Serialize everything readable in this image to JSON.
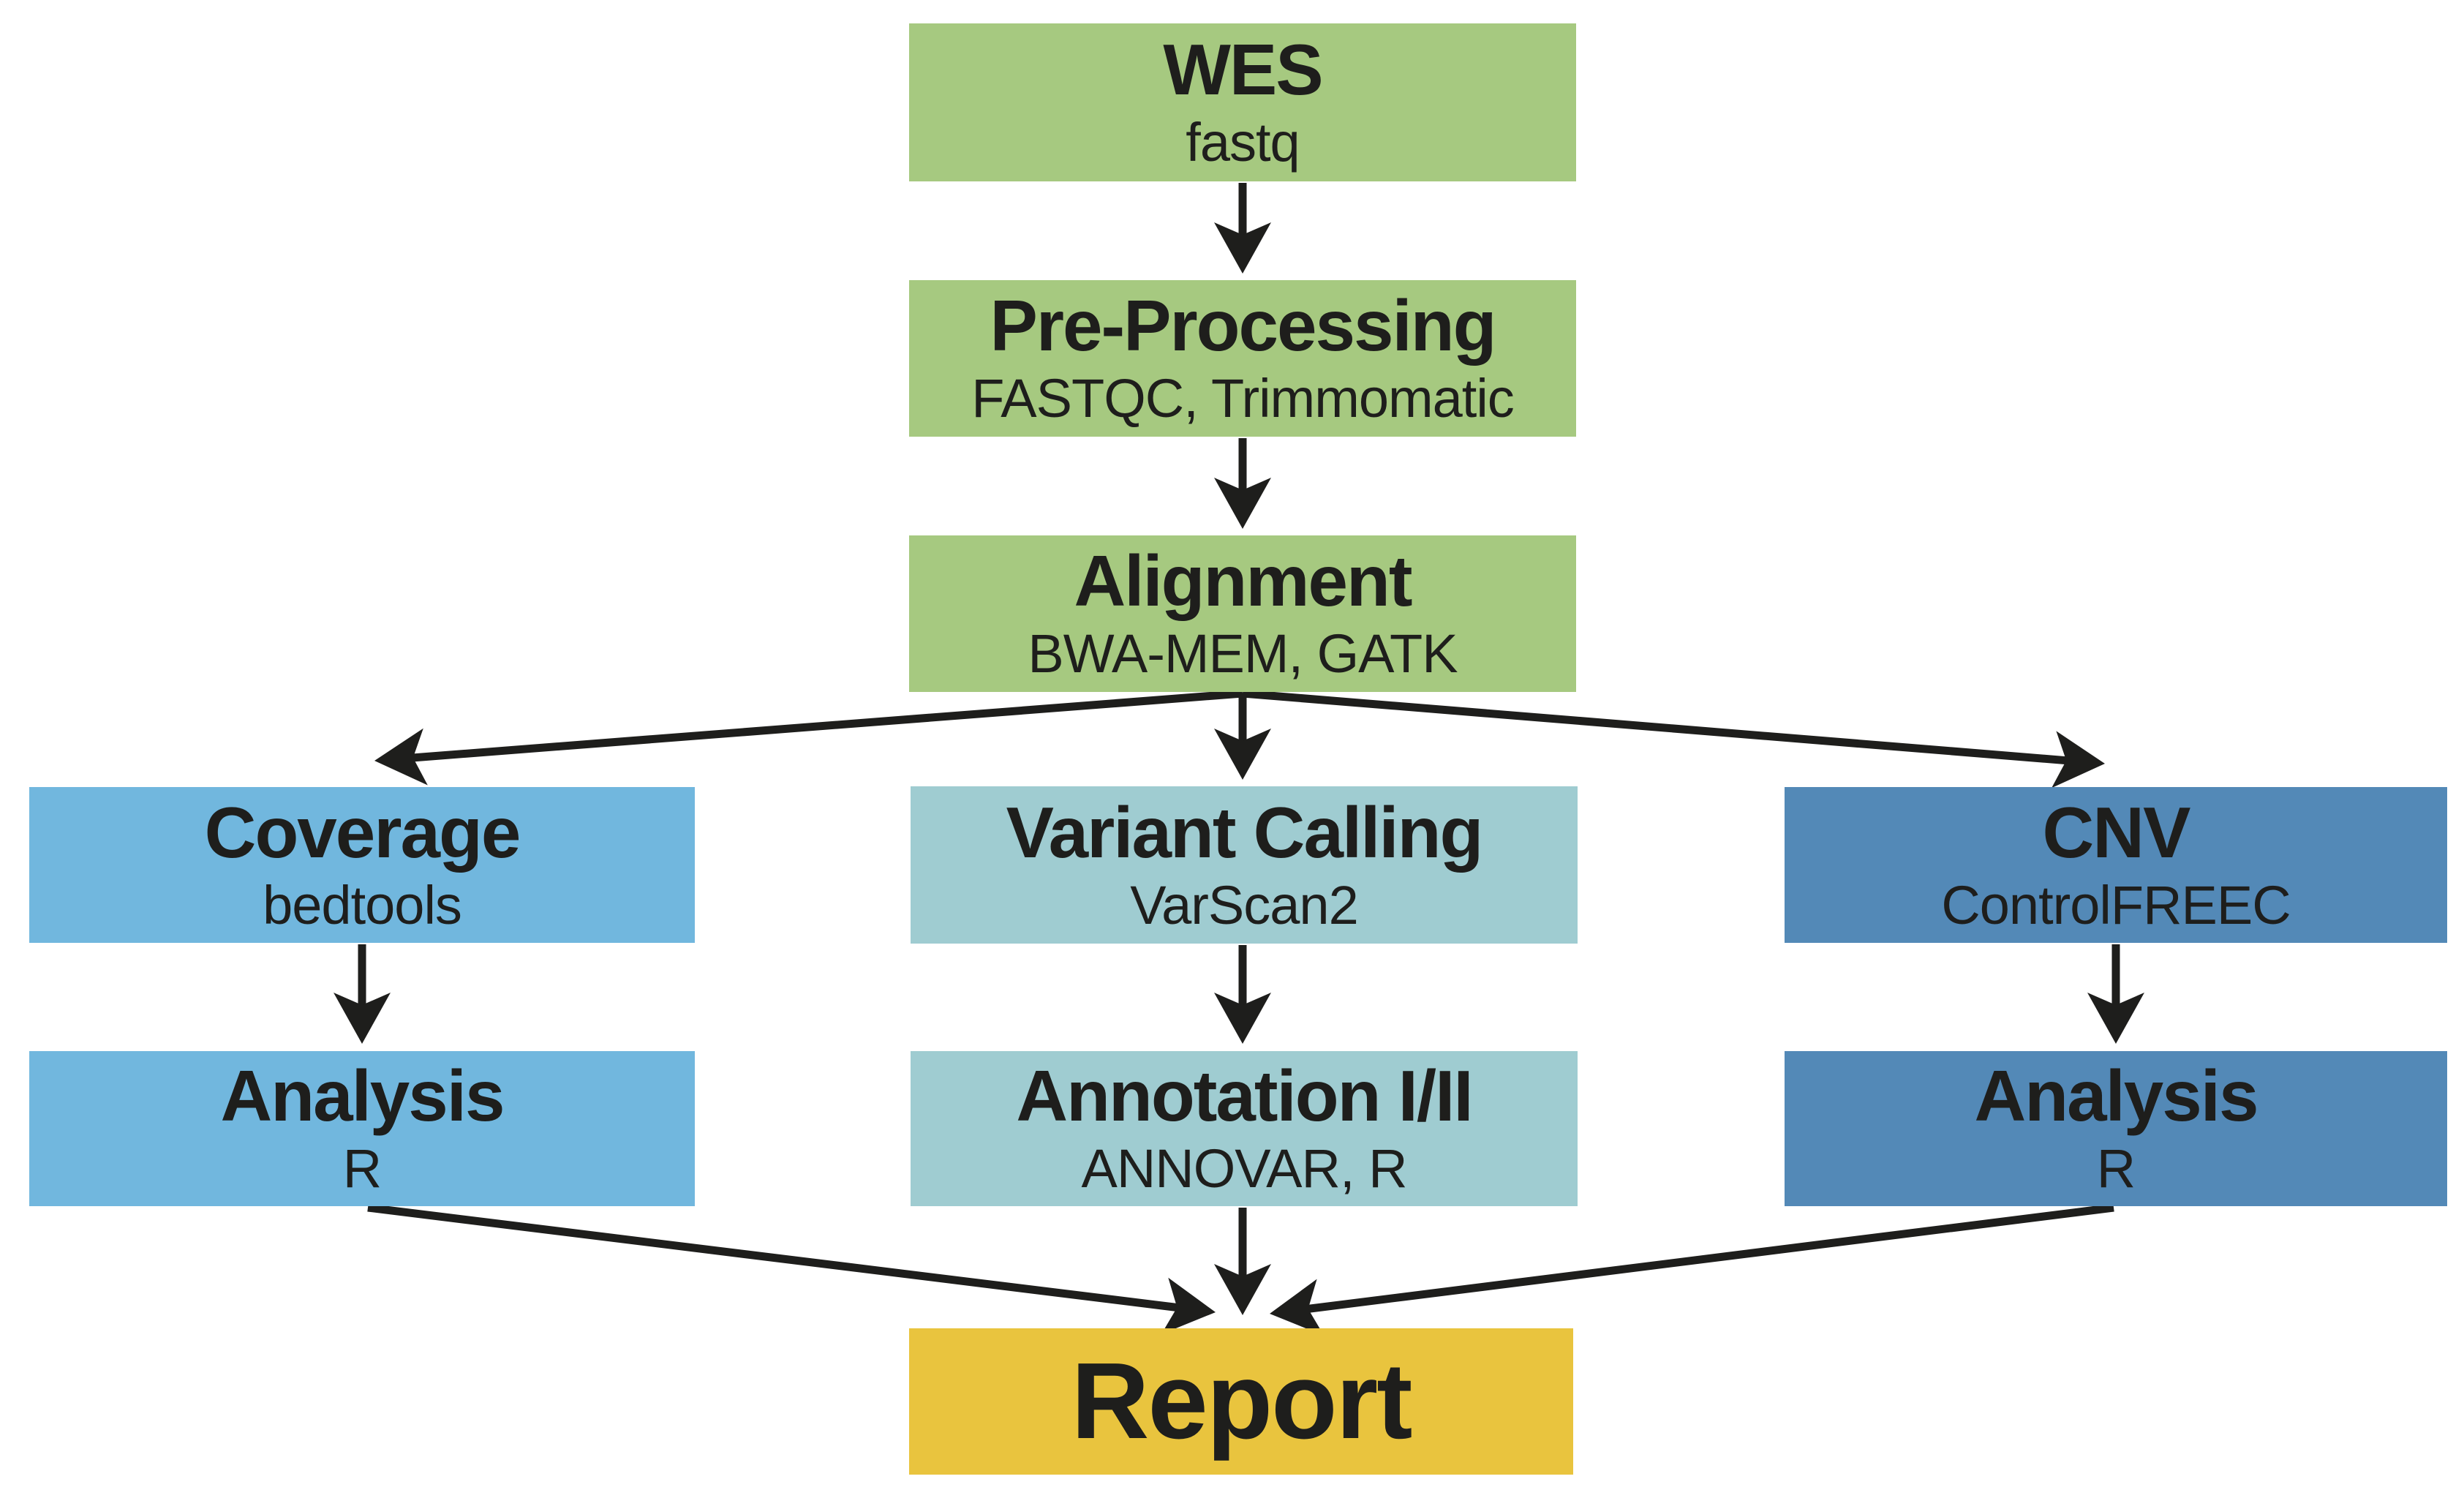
{
  "nodes": {
    "wes": {
      "title": "WES",
      "subtitle": "fastq"
    },
    "preprocessing": {
      "title": "Pre-Processing",
      "subtitle": "FASTQC, Trimmomatic"
    },
    "alignment": {
      "title": "Alignment",
      "subtitle": "BWA-MEM, GATK"
    },
    "coverage": {
      "title": "Coverage",
      "subtitle": "bedtools"
    },
    "variant_calling": {
      "title": "Variant Calling",
      "subtitle": "VarScan2"
    },
    "cnv": {
      "title": "CNV",
      "subtitle": "ControlFREEC"
    },
    "analysis_left": {
      "title": "Analysis",
      "subtitle": "R"
    },
    "annotation": {
      "title": "Annotation I/II",
      "subtitle": "ANNOVAR, R"
    },
    "analysis_right": {
      "title": "Analysis",
      "subtitle": "R"
    },
    "report": {
      "title": "Report"
    }
  },
  "edges": [
    {
      "from": "wes",
      "to": "preprocessing"
    },
    {
      "from": "preprocessing",
      "to": "alignment"
    },
    {
      "from": "alignment",
      "to": "coverage"
    },
    {
      "from": "alignment",
      "to": "variant_calling"
    },
    {
      "from": "alignment",
      "to": "cnv"
    },
    {
      "from": "coverage",
      "to": "analysis_left"
    },
    {
      "from": "variant_calling",
      "to": "annotation"
    },
    {
      "from": "cnv",
      "to": "analysis_right"
    },
    {
      "from": "analysis_left",
      "to": "report"
    },
    {
      "from": "annotation",
      "to": "report"
    },
    {
      "from": "analysis_right",
      "to": "report"
    }
  ],
  "colors": {
    "green": "#a6c980",
    "light_blue": "#71b7de",
    "pale_teal": "#9fccd1",
    "steel_blue": "#5389b7",
    "yellow": "#e9c43e",
    "ink": "#1e1e1c",
    "background": "#ffffff"
  }
}
